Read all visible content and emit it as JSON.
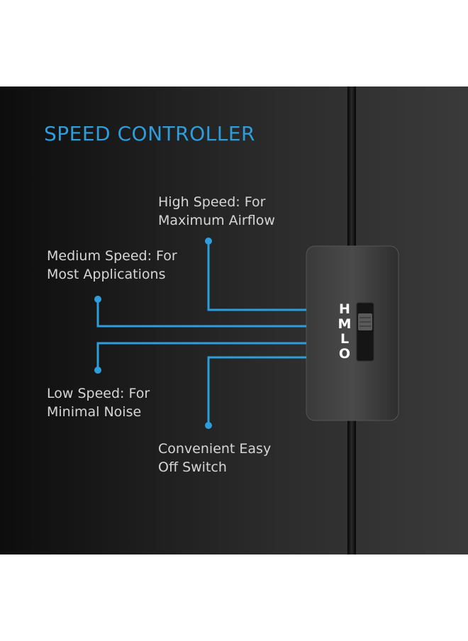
{
  "title": "SPEED CONTROLLER",
  "labels": {
    "high": {
      "line1": "High Speed: For",
      "line2": "Maximum Airflow"
    },
    "medium": {
      "line1": "Medium Speed: For",
      "line2": "Most Applications"
    },
    "low": {
      "line1": "Low Speed: For",
      "line2": "Minimal Noise"
    },
    "off": {
      "line1": "Convenient Easy",
      "line2": "Off Switch"
    }
  },
  "switch": {
    "letters": [
      "H",
      "M",
      "L",
      "O"
    ]
  },
  "colors": {
    "accent": "#2d9ddc",
    "text": "#d6d6d6",
    "background": "#1a1a1a"
  }
}
